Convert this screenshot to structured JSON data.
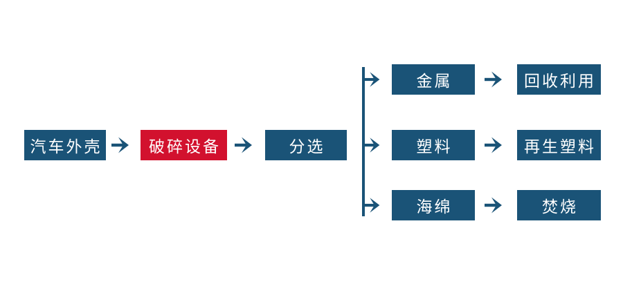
{
  "diagram": {
    "type": "flowchart",
    "background": "#FFFFFF",
    "colors": {
      "node_blue": "#1A5377",
      "node_red": "#D2112E",
      "arrow_blue": "#1A5377",
      "text": "#FFFFFF"
    },
    "icons": {
      "arrow_right": "→"
    },
    "main_sequence": [
      {
        "label": "汽车外壳",
        "color": "blue"
      },
      {
        "label": "破碎设备",
        "color": "red"
      },
      {
        "label": "分选",
        "color": "blue"
      }
    ],
    "branches": [
      {
        "source_label": "金属",
        "result_label": "回收利用"
      },
      {
        "source_label": "塑料",
        "result_label": "再生塑料"
      },
      {
        "source_label": "海绵",
        "result_label": "焚烧"
      }
    ]
  }
}
